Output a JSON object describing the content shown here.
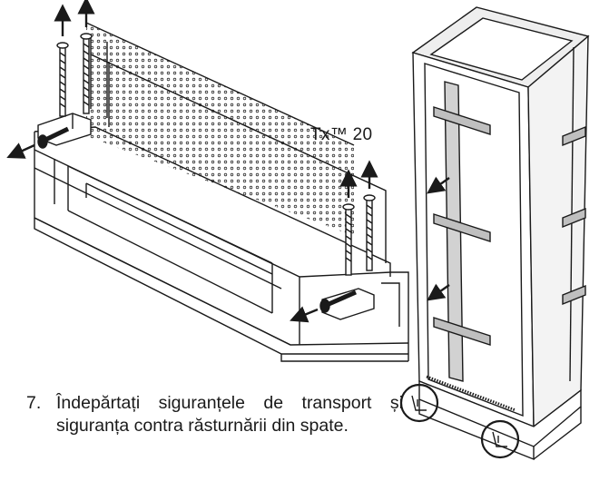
{
  "figure": {
    "tool_label": "Tx™ 20"
  },
  "instruction": {
    "number": "7.",
    "text": "Îndepărtați siguranțele de transport și siguranța contra răsturnării din spate."
  },
  "colors": {
    "line": "#1a1a1a",
    "shade": "#e9e9e9",
    "strap": "#c8c8c8"
  }
}
